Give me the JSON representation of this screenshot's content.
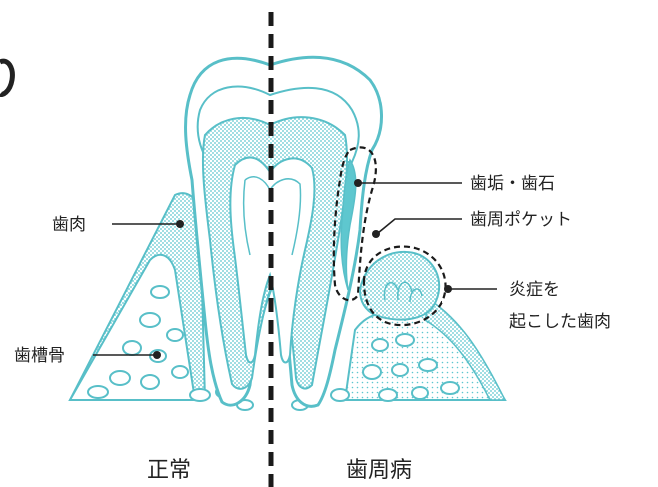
{
  "labels": {
    "gum": "歯肉",
    "alveolar_bone": "歯槽骨",
    "plaque_tartar": "歯垢・歯石",
    "periodontal_pocket": "歯周ポケット",
    "inflamed_gum_line1": "炎症を",
    "inflamed_gum_line2": "起こした歯肉"
  },
  "captions": {
    "normal": "正常",
    "periodontal_disease": "歯周病"
  },
  "colors": {
    "teal": "#5ec7cf",
    "teal_light": "#bfe7ea",
    "outline": "#58bfc8",
    "divider": "#1a1a1a",
    "text": "#222222"
  }
}
